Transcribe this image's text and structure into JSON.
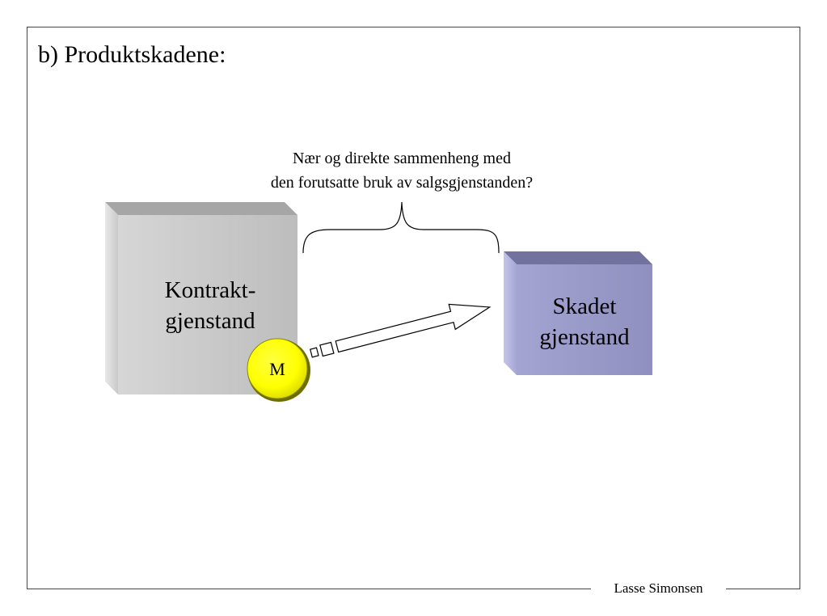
{
  "slide": {
    "title": "b) Produktskadene:",
    "footer": "Lasse Simonsen"
  },
  "diagram": {
    "question_line1": "Nær og direkte sammenheng med",
    "question_line2": "den forutsatte bruk av salgsgjenstanden?",
    "left_box_line1": "Kontrakt-",
    "left_box_line2": "gjenstand",
    "right_box_line1": "Skadet",
    "right_box_line2": "gjenstand",
    "circle_label": "M"
  },
  "colors": {
    "left_box_face": "#c8c8c8",
    "left_box_top": "#a8a8a8",
    "right_box_face": "#9b9bc9",
    "right_box_top": "#6f6f9c",
    "circle_fill": "#ffff00",
    "circle_shadow": "#7a7a00"
  }
}
